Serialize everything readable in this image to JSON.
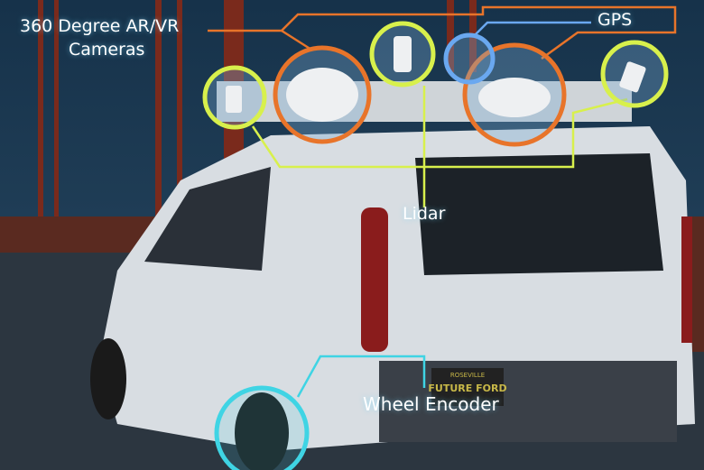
{
  "labels": {
    "cameras_line1": "360 Degree AR/VR",
    "cameras_line2": "Cameras",
    "gps": "GPS",
    "lidar": "Lidar",
    "wheel_encoder": "Wheel Encoder"
  },
  "plate": {
    "top": "ROSEVILLE",
    "main": "FUTURE FORD"
  },
  "colors": {
    "cameras": "#e8742a",
    "gps": "#6aa8f0",
    "lidar": "#d8f04c",
    "wheel_encoder": "#3fd4e4"
  }
}
